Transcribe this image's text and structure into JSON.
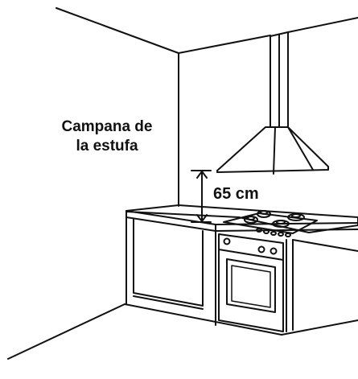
{
  "labels": {
    "hood_line1": "Campana de",
    "hood_line2": "la estufa",
    "distance": "65 cm"
  },
  "colors": {
    "line": "#111111",
    "background": "#ffffff"
  }
}
